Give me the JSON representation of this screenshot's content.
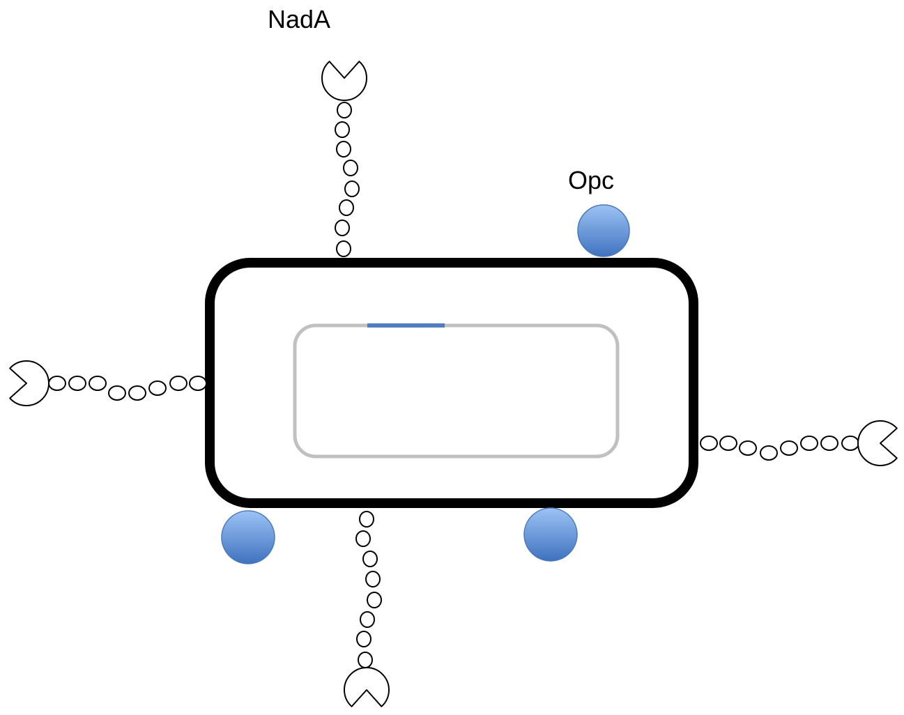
{
  "labels": {
    "nada": "NadA",
    "opc": "Opc"
  },
  "colors": {
    "cell_outline": "#000000",
    "inner_outline": "#c0c0c0",
    "inner_highlight": "#4f7fc0",
    "opc_fill_top": "#9dc3f5",
    "opc_fill_bottom": "#3f72bf"
  },
  "components": {
    "cell": "outer-membrane",
    "inner": "inner-compartment",
    "nada_adhesins": [
      "nada-top",
      "nada-left",
      "nada-right",
      "nada-bottom"
    ],
    "opc_proteins": [
      "opc-top",
      "opc-bottom-left",
      "opc-bottom-right"
    ]
  }
}
